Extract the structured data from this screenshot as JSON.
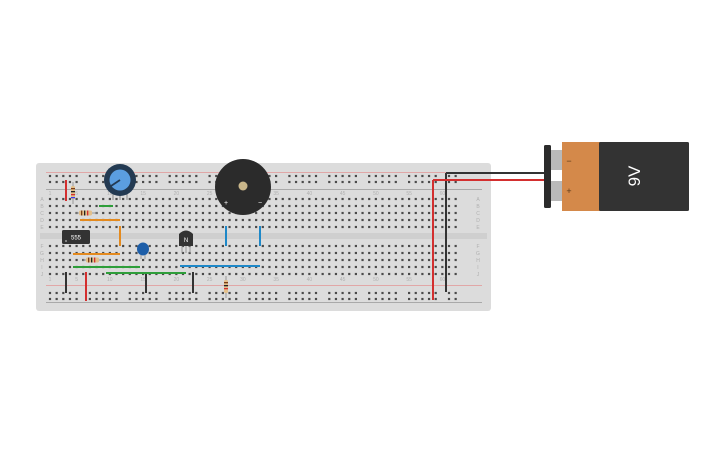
{
  "breadboard": {
    "column_labels": [
      "1",
      "5",
      "10",
      "15",
      "20",
      "25",
      "30",
      "35",
      "40",
      "45",
      "50",
      "55",
      "60"
    ],
    "row_labels_top": [
      "A",
      "B",
      "C",
      "D",
      "E"
    ],
    "row_labels_bottom": [
      "F",
      "G",
      "H",
      "I",
      "J"
    ]
  },
  "components": {
    "ic_label": "555",
    "transistor_label": "N",
    "buzzer_plus": "+",
    "buzzer_minus": "−"
  },
  "battery": {
    "label": "9V",
    "minus": "−",
    "plus": "+"
  },
  "colors": {
    "board": "#dcdcdc",
    "hole": "#4a4a4a",
    "rail_red": "#d32f2f",
    "rail_black": "#333333",
    "wire_orange": "#e48a1e",
    "wire_green": "#2e9e3a",
    "wire_blue": "#1e88c8",
    "battery_orange": "#d4894a",
    "battery_dark": "#333333"
  }
}
